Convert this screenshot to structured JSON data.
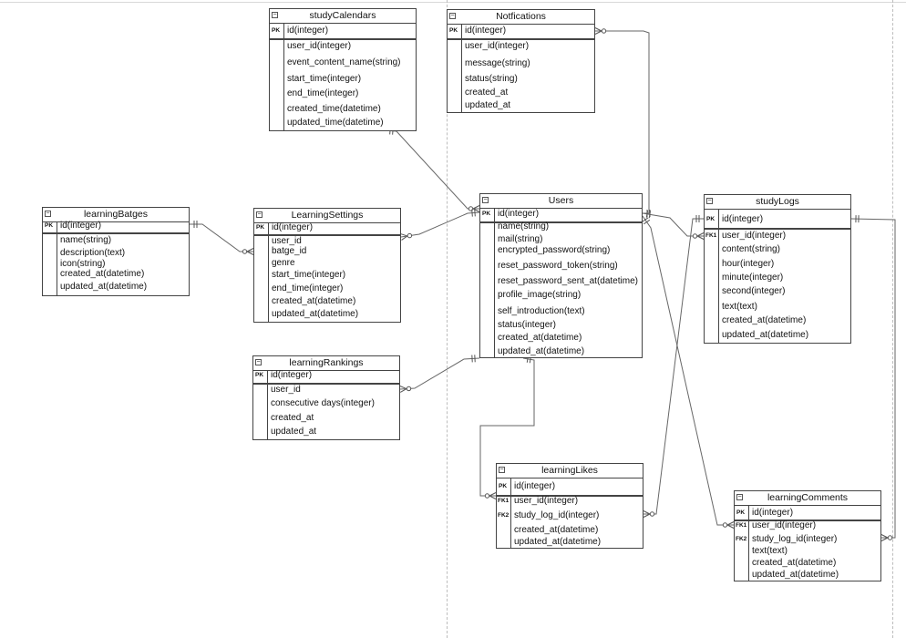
{
  "entities": [
    {
      "name": "studyCalendars",
      "pk": "id(integer)",
      "pk_label": "PK",
      "attrs": [
        "user_id(integer)",
        "event_content_name(string)",
        "start_time(integer)",
        "end_time(integer)",
        "created_time(datetime)",
        "updated_time(datetime)"
      ],
      "key_labels": []
    },
    {
      "name": "Notfications",
      "pk": "id(integer)",
      "pk_label": "PK",
      "attrs": [
        "user_id(integer)",
        "message(string)",
        "status(string)",
        "created_at",
        "updated_at"
      ],
      "key_labels": []
    },
    {
      "name": "learningBatges",
      "pk": "id(integer)",
      "pk_label": "PK",
      "attrs": [
        "name(string)",
        "description(text)",
        "icon(string)",
        "created_at(datetime)",
        "updated_at(datetime)"
      ],
      "key_labels": []
    },
    {
      "name": "LearningSettings",
      "pk": "id(integer)",
      "pk_label": "PK",
      "attrs": [
        "user_id",
        "batge_id",
        "genre",
        "start_time(integer)",
        "end_time(integer)",
        "created_at(datetime)",
        "updated_at(datetime)"
      ],
      "key_labels": []
    },
    {
      "name": "Users",
      "pk": "id(integer)",
      "pk_label": "PK",
      "attrs": [
        "name(string)",
        "mail(string)",
        "encrypted_password(string)",
        "reset_password_token(string)",
        "reset_password_sent_at(datetime)",
        "profile_image(string)",
        "self_introduction(text)",
        "status(integer)",
        "created_at(datetime)",
        "updated_at(datetime)"
      ],
      "key_labels": []
    },
    {
      "name": "studyLogs",
      "pk": "id(integer)",
      "pk_label": "PK",
      "attrs": [
        "user_id(integer)",
        "content(string)",
        "hour(integer)",
        "minute(integer)",
        "second(integer)",
        "text(text)",
        "created_at(datetime)",
        "updated_at(datetime)"
      ],
      "key_labels": [
        "FK1"
      ]
    },
    {
      "name": "learningRankings",
      "pk": "id(integer)",
      "pk_label": "PK",
      "attrs": [
        "user_id",
        "consecutive days(integer)",
        "created_at",
        "updated_at"
      ],
      "key_labels": []
    },
    {
      "name": "learningLikes",
      "pk": "id(integer)",
      "pk_label": "PK",
      "attrs": [
        "user_id(integer)",
        "study_log_id(integer)",
        "created_at(datetime)",
        "updated_at(datetime)"
      ],
      "key_labels": [
        "FK1",
        "FK2"
      ]
    },
    {
      "name": "learningComments",
      "pk": "id(integer)",
      "pk_label": "PK",
      "attrs": [
        "user_id(integer)",
        "study_log_id(integer)",
        "text(text)",
        "created_at(datetime)",
        "updated_at(datetime)"
      ],
      "key_labels": [
        "FK1",
        "FK2"
      ]
    }
  ],
  "relationships": [
    {
      "from": "Users",
      "to": "studyCalendars",
      "from_end": "one-and-only-one",
      "to_end": "zero-or-many"
    },
    {
      "from": "Users",
      "to": "Notfications",
      "from_end": "one-and-only-one",
      "to_end": "zero-or-many"
    },
    {
      "from": "Users",
      "to": "LearningSettings",
      "from_end": "one-and-only-one",
      "to_end": "zero-or-many"
    },
    {
      "from": "learningBatges",
      "to": "LearningSettings",
      "from_end": "one-and-only-one",
      "to_end": "zero-or-many"
    },
    {
      "from": "Users",
      "to": "learningRankings",
      "from_end": "one-and-only-one",
      "to_end": "zero-or-many"
    },
    {
      "from": "Users",
      "to": "studyLogs",
      "from_end": "one-and-only-one",
      "to_end": "zero-or-many"
    },
    {
      "from": "Users",
      "to": "learningLikes",
      "from_end": "one-and-only-one",
      "to_end": "zero-or-many"
    },
    {
      "from": "Users",
      "to": "learningComments",
      "from_end": "one-and-only-one",
      "to_end": "zero-or-many"
    },
    {
      "from": "studyLogs",
      "to": "learningLikes",
      "from_end": "one-and-only-one",
      "to_end": "zero-or-many"
    },
    {
      "from": "studyLogs",
      "to": "learningComments",
      "from_end": "one-and-only-one",
      "to_end": "zero-or-many"
    }
  ]
}
